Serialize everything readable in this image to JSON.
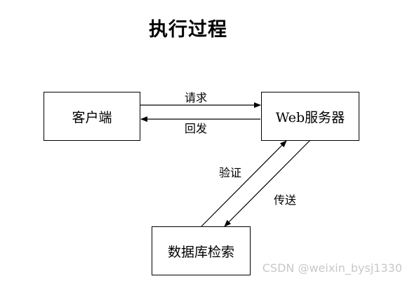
{
  "title": "执行过程",
  "nodes": {
    "client": "客户端",
    "server": "Web服务器",
    "database": "数据库检索"
  },
  "edges": {
    "request": "请求",
    "reply": "回发",
    "verify": "验证",
    "send": "传送"
  },
  "watermark": "CSDN @weixin_bysj1330"
}
